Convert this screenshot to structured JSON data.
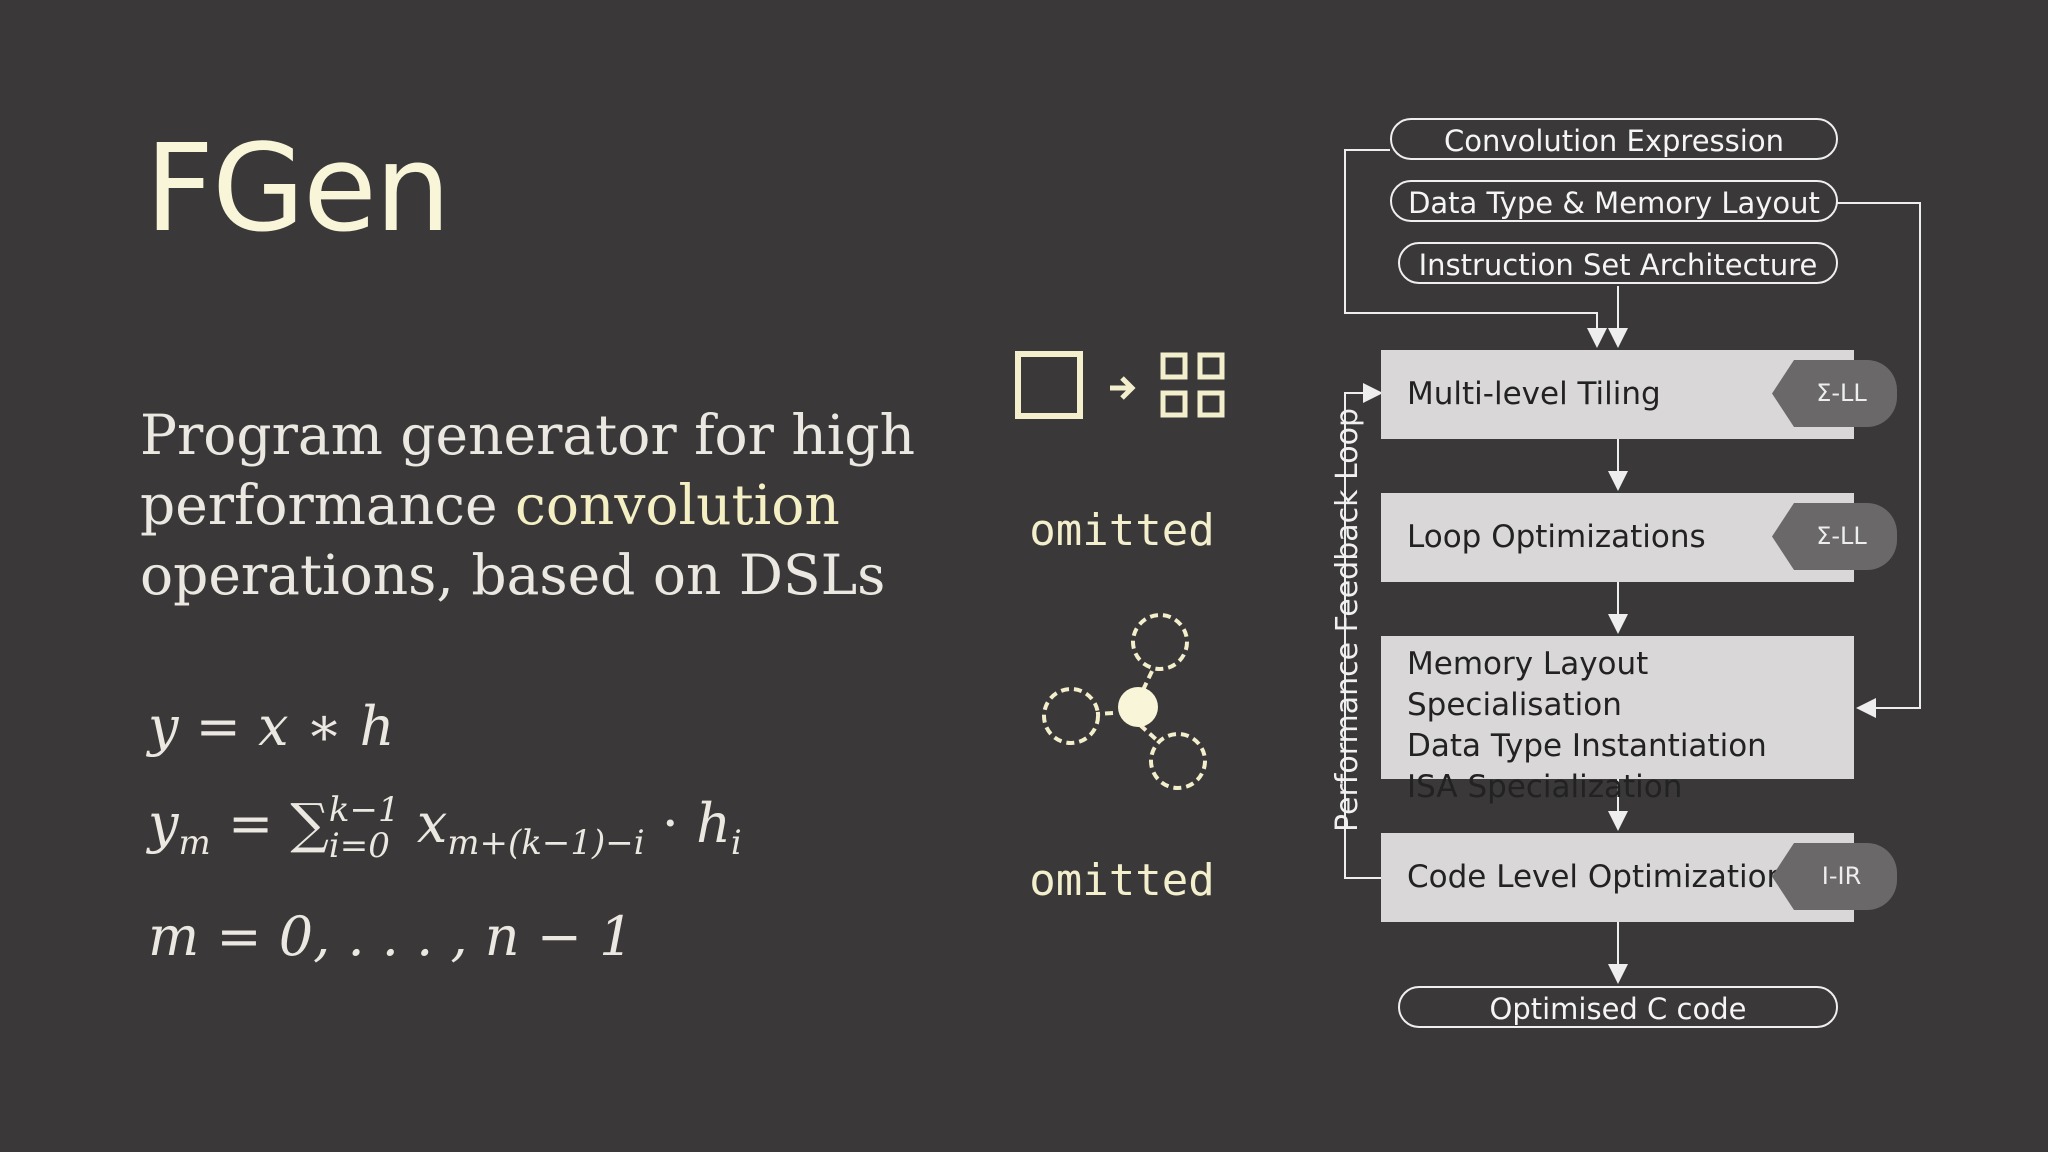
{
  "title": "FGen",
  "subtitle": {
    "part1": "Program generator for high performance",
    "highlight": "convolution",
    "part2": "operations, based on DSLs"
  },
  "math": {
    "eq1": "y = x ∗ h",
    "eq2_lhs": "y",
    "eq2_lhs_sub": "m",
    "eq2_sum_sup": "k−1",
    "eq2_sum_sub": "i=0",
    "eq2_x_sub": "m+(k−1)−i",
    "eq2_h_sub": "i",
    "eq3": "m = 0, . . . , n − 1"
  },
  "omitted_1": "omitted",
  "omitted_2": "omitted",
  "inputs": {
    "conv_expr": "Convolution Expression",
    "data_type": "Data Type & Memory Layout",
    "isa": "Instruction Set Architecture"
  },
  "stages": {
    "tiling": "Multi-level Tiling",
    "loop": "Loop Optimizations",
    "mem_line1": "Memory Layout Specialisation",
    "mem_line2": "Data Type Instantiation",
    "mem_line3": "ISA Specialization",
    "code": "Code Level Optimization"
  },
  "tags": {
    "tiling": "Σ-LL",
    "loop": "Σ-LL",
    "code": "I-IR"
  },
  "feedback_label": "Performance Feedback Loop",
  "output": "Optimised C code",
  "colors": {
    "background": "#3a3839",
    "title": "#f8f5d8",
    "stage_fill": "#d9d7d7",
    "tag_fill": "#6a6868"
  }
}
